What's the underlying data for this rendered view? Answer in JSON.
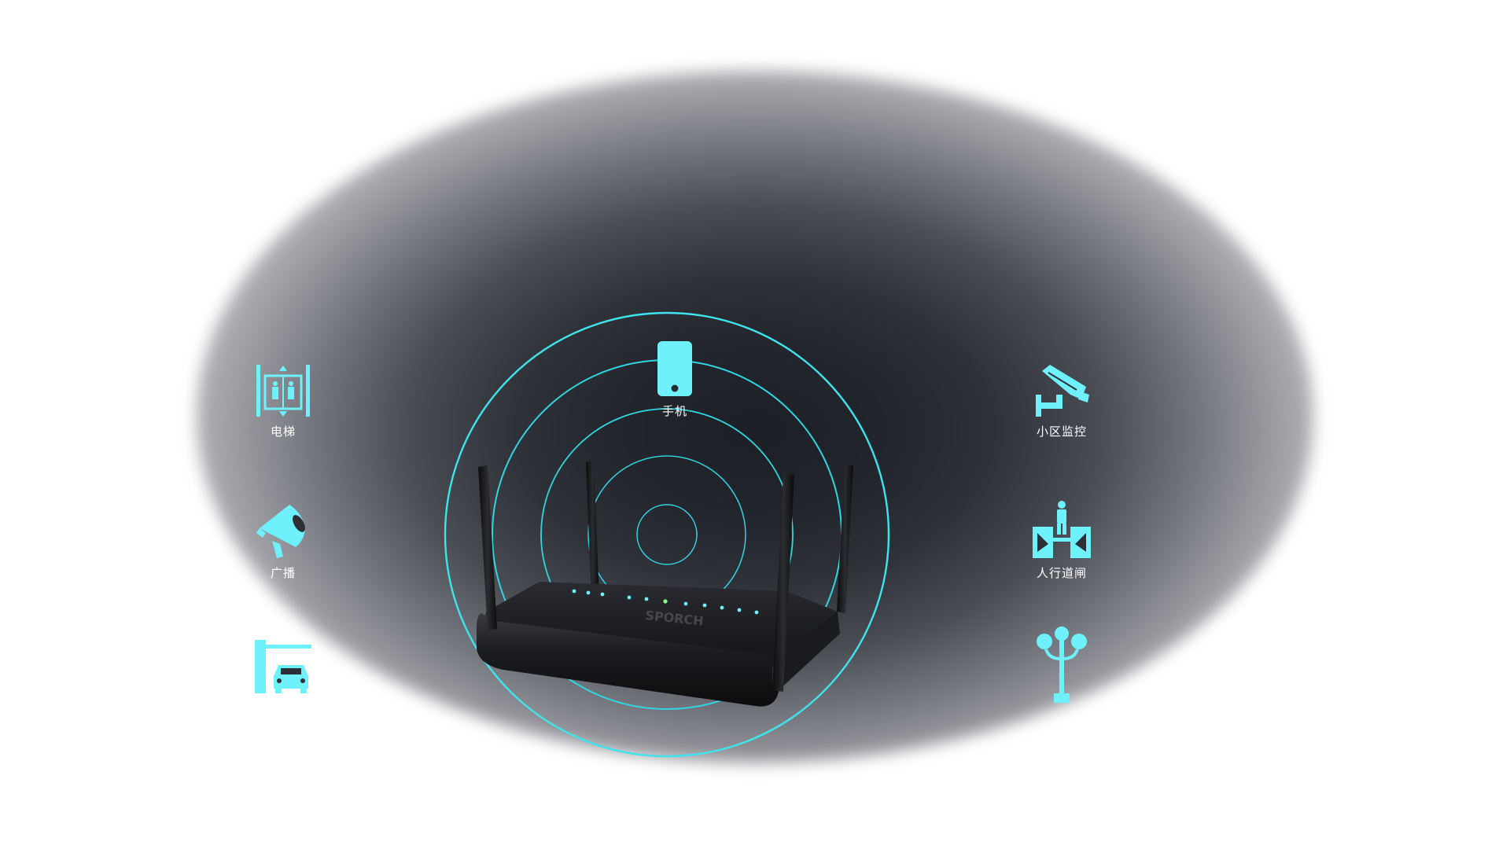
{
  "devices": {
    "phone": {
      "label": "手机",
      "icon": "phone-icon"
    },
    "elevator": {
      "label": "电梯",
      "icon": "elevator-icon"
    },
    "broadcast": {
      "label": "广播",
      "icon": "megaphone-icon"
    },
    "parking": {
      "label": "",
      "icon": "parking-gate-icon"
    },
    "surveillance": {
      "label": "小区监控",
      "icon": "security-camera-icon"
    },
    "pedestrian_gate": {
      "label": "人行道闸",
      "icon": "turnstile-icon"
    },
    "street_lamp": {
      "label": "",
      "icon": "street-lamp-icon"
    }
  },
  "router": {
    "brand": "SPORCH"
  },
  "colors": {
    "accent": "#6ff1fb",
    "ring": "#2fd6df",
    "router_body": "#1b1c1f"
  }
}
